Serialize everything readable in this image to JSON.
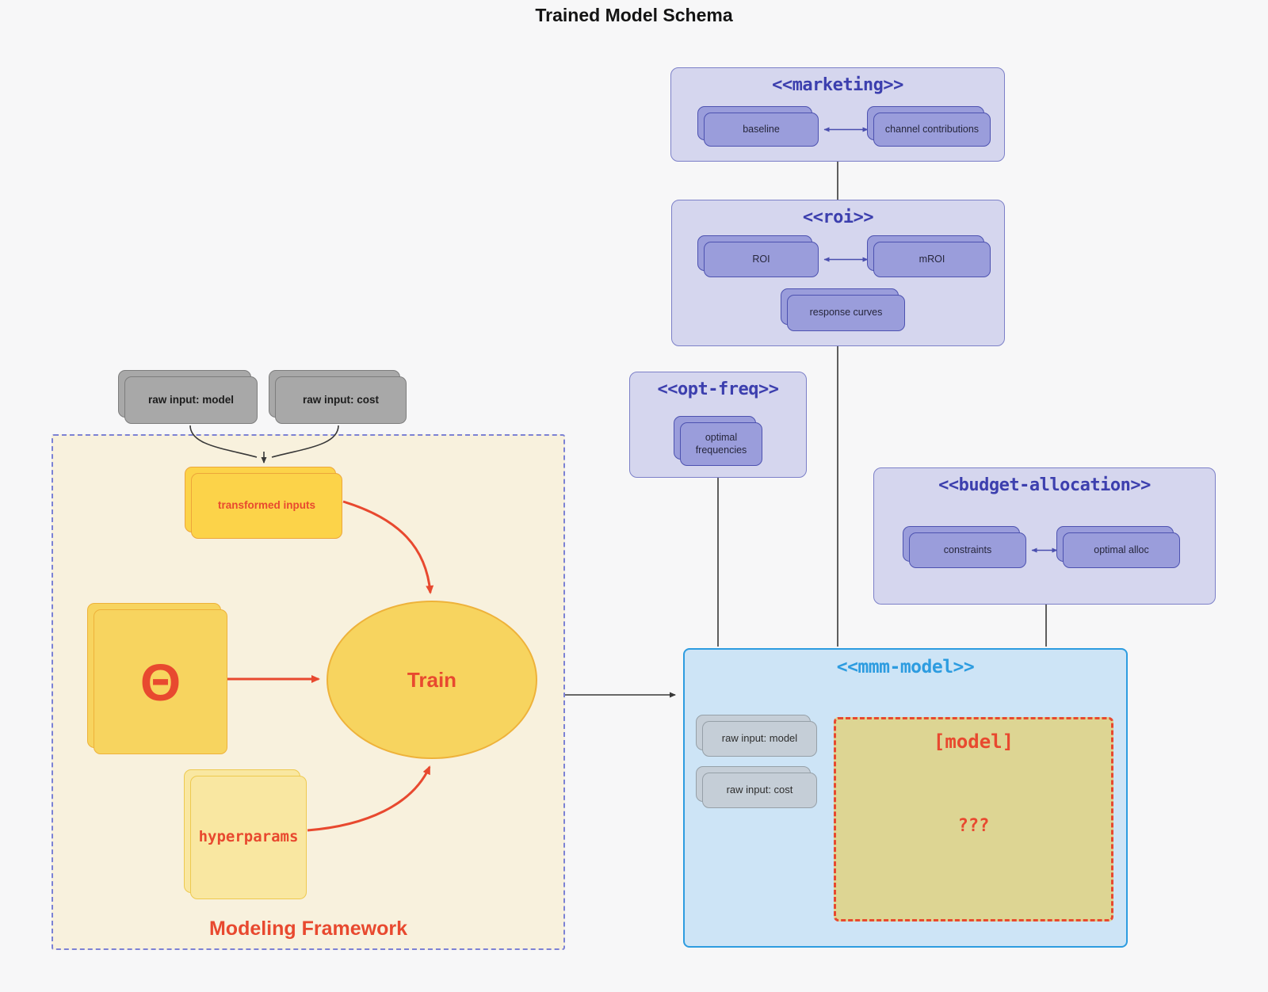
{
  "page": {
    "title": "Trained Model Schema"
  },
  "colors": {
    "accent_red": "#e8492f",
    "blue": "#2d9ce0",
    "indigo": "#3c3fae",
    "line": "#383838"
  },
  "inputs": {
    "raw_model": "raw input: model",
    "raw_cost": "raw input: cost"
  },
  "framework": {
    "label": "Modeling Framework",
    "transformed": "transformed inputs",
    "theta": "Θ",
    "train": "Train",
    "hyperparams": "hyperparams"
  },
  "marketing": {
    "title": "<<marketing>>",
    "baseline": "baseline",
    "channel": "channel contributions"
  },
  "roi": {
    "title": "<<roi>>",
    "roi": "ROI",
    "mroi": "mROI",
    "response": "response curves"
  },
  "opt_freq": {
    "title": "<<opt-freq>>",
    "frequencies": "optimal frequencies"
  },
  "budget": {
    "title": "<<budget-allocation>>",
    "constraints": "constraints",
    "alloc": "optimal alloc"
  },
  "mmm": {
    "title": "<<mmm-model>>",
    "raw_model": "raw input: model",
    "raw_cost": "raw input: cost",
    "model_title": "[model]",
    "model_body": "???"
  }
}
